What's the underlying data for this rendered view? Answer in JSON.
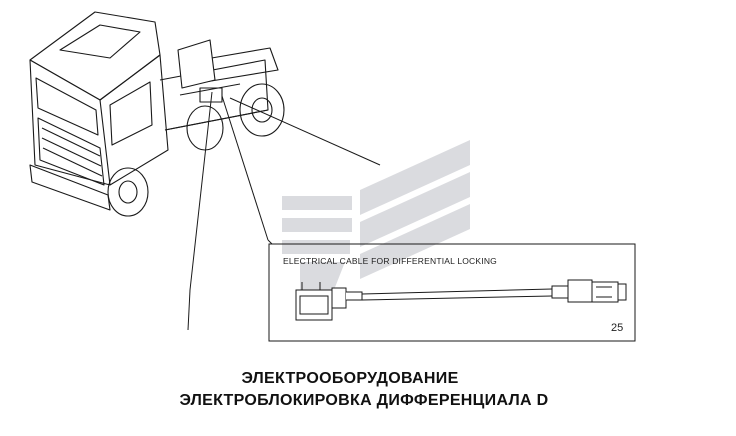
{
  "diagram": {
    "detail_label": "ELECTRICAL CABLE FOR DIFFERENTIAL LOCKING",
    "reference_number": "25",
    "caption_line_1": "ЭЛЕКТРООБОРУДОВАНИЕ",
    "caption_line_2": "ЭЛЕКТРОБЛОКИРОВКА ДИФФЕРЕНЦИАЛА D",
    "colors": {
      "line": "#1a1a1a",
      "watermark": "#d9dade",
      "background": "#ffffff"
    },
    "icons": [
      "truck-illustration",
      "differential-lock-cable",
      "watermark-logo"
    ]
  }
}
